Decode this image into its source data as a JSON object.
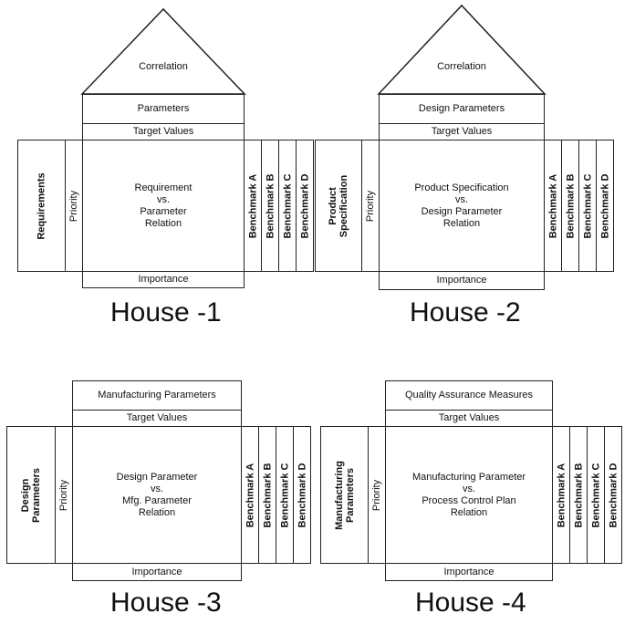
{
  "houses": [
    {
      "title": "House -1",
      "roof": "Correlation",
      "top_row": "Parameters",
      "target": "Target Values",
      "left_label": [
        "Requirements"
      ],
      "priority": "Priority",
      "center": [
        "Requirement",
        "vs.",
        "Parameter",
        "Relation"
      ],
      "importance": "Importance",
      "benchmarks": [
        "Benchmark A",
        "Benchmark B",
        "Benchmark C",
        "Benchmark D"
      ]
    },
    {
      "title": "House -2",
      "roof": "Correlation",
      "top_row": "Design Parameters",
      "target": "Target Values",
      "left_label": [
        "Product",
        "Specification"
      ],
      "priority": "Priority",
      "center": [
        "Product Specification",
        "vs.",
        "Design Parameter",
        "Relation"
      ],
      "importance": "Importance",
      "benchmarks": [
        "Benchmark A",
        "Benchmark B",
        "Benchmark C",
        "Benchmark D"
      ]
    },
    {
      "title": "House -3",
      "top_row": "Manufacturing Parameters",
      "target": "Target Values",
      "left_label": [
        "Design",
        "Parameters"
      ],
      "priority": "Priority",
      "center": [
        "Design Parameter",
        "vs.",
        "Mfg. Parameter",
        "Relation"
      ],
      "importance": "Importance",
      "benchmarks": [
        "Benchmark A",
        "Benchmark B",
        "Benchmark C",
        "Benchmark D"
      ]
    },
    {
      "title": "House -4",
      "top_row": "Quality Assurance Measures",
      "target": "Target Values",
      "left_label": [
        "Manufacturing",
        "Parameters"
      ],
      "priority": "Priority",
      "center": [
        "Manufacturing Parameter",
        "vs.",
        "Process Control Plan",
        "Relation"
      ],
      "importance": "Importance",
      "benchmarks": [
        "Benchmark A",
        "Benchmark B",
        "Benchmark C",
        "Benchmark D"
      ]
    }
  ]
}
